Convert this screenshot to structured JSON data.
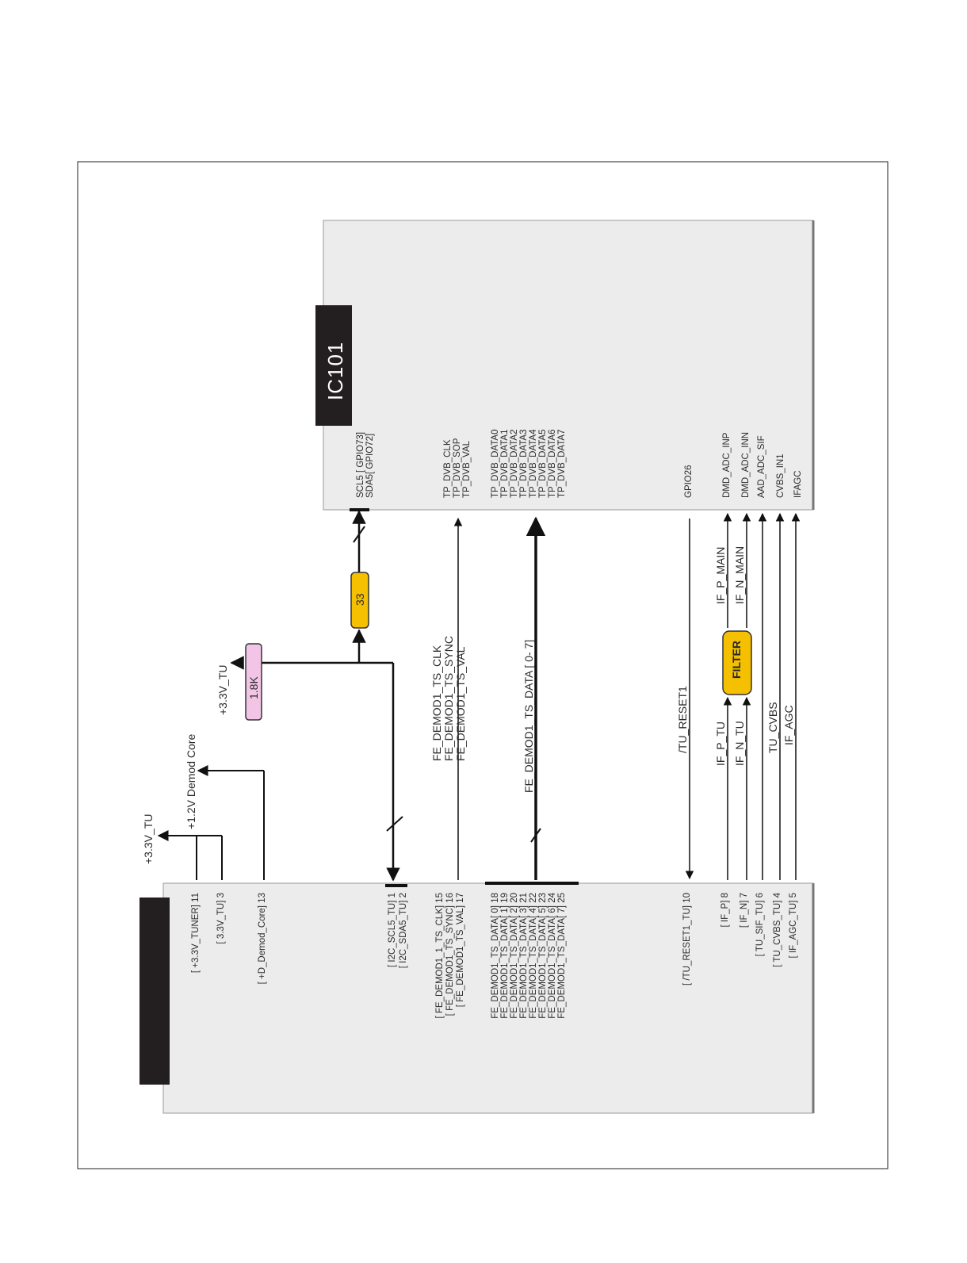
{
  "ic101": {
    "label": "IC101",
    "pins": {
      "scl5": "SCL5 [ GPIO73]",
      "sda5": "SDA5[ GPIO72]",
      "tp_clk": "TP_DVB_CLK",
      "tp_sop": "TP_DVB_SOP",
      "tp_val": "TP_DVB_VAL",
      "tp_data": [
        "TP_DVB_DATA0",
        "TP_DVB_DATA1",
        "TP_DVB_DATA2",
        "TP_DVB_DATA3",
        "TP_DVB_DATA4",
        "TP_DVB_DATA5",
        "TP_DVB_DATA6",
        "TP_DVB_DATA7"
      ],
      "gpio26": "GPIO26",
      "dmd_inp": "DMD_ADC_INP",
      "dmd_inn": "DMD_ADC_INN",
      "aad_sif": "AAD_ADC_SIF",
      "cvbs_in1": "CVBS_IN1",
      "ifagc": "IFAGC"
    }
  },
  "tuner": {
    "pins": {
      "p11": "[ +3.3V_TUNER] 11",
      "p3": "[ 3.3V_TU]  3",
      "p13": "[ +D_Demod_Core]  13",
      "p1": "[ I2C_SCL5_TU]  1",
      "p2": "[ I2C_SDA5_TU]  2",
      "p15": "[ FE_DEMOD1_1_TS_CLK]  15",
      "p16": "[ FE_DEMOD1_TS_SYNC]  16",
      "p17": "[ FE_DEMOD1_TS_VAL]  17",
      "data": [
        "FE_DEMOD1_TS_DATA[ 0]  18",
        "FE_DEMOD1_TS_DATA[ 1]  19",
        "FE_DEMOD1_TS_DATA[ 2]  20",
        "FE_DEMOD1_TS_DATA[ 3]  21",
        "FE_DEMOD1_TS_DATA[ 4]  22",
        "FE_DEMOD1_TS_DATA[ 5]  23",
        "FE_DEMOD1_TS_DATA[ 6]  24",
        "FE_DEMOD1_TS_DATA[ 7]  25"
      ],
      "p10": "[ /TU_RESET1_TU]  10",
      "p8": "[ IF_P]  8",
      "p7": "[ IF_N]  7",
      "p6": "[ TU_SIF_TU]  6",
      "p4": "[ TU_CVBS_TU]  4",
      "p5": "[ IF_AGC_TU]  5"
    }
  },
  "nets": {
    "v33_tu_a": "+3.3V_TU",
    "v12_core": "+1.2V Demod Core",
    "v33_tu_b": "+3.3V_TU",
    "ts_clk": "FE_DEMOD1_TS_CLK",
    "ts_sync": "FE_DEMOD1_TS_SYNC",
    "ts_val": "FE_DEMOD1_TS_VAL",
    "ts_data": "FE_DEMOD1_TS_DATA [ 0- 7]",
    "tu_reset": "/TU_RESET1",
    "if_p_tu": "IF_P_TU",
    "if_n_tu": "IF_N_TU",
    "if_p_main": "IF_P_MAIN",
    "if_n_main": "IF_N_MAIN",
    "tu_cvbs": "TU_CVBS",
    "if_agc": "IF_AGC"
  },
  "components": {
    "r_pullup": "1.8K",
    "r_series": "33",
    "filter": "FILTER"
  },
  "colors": {
    "block_fill": "#ececec",
    "resistor_yellow": "#f5c000",
    "resistor_pink": "#f2c4e6",
    "label_black": "#231f20"
  }
}
